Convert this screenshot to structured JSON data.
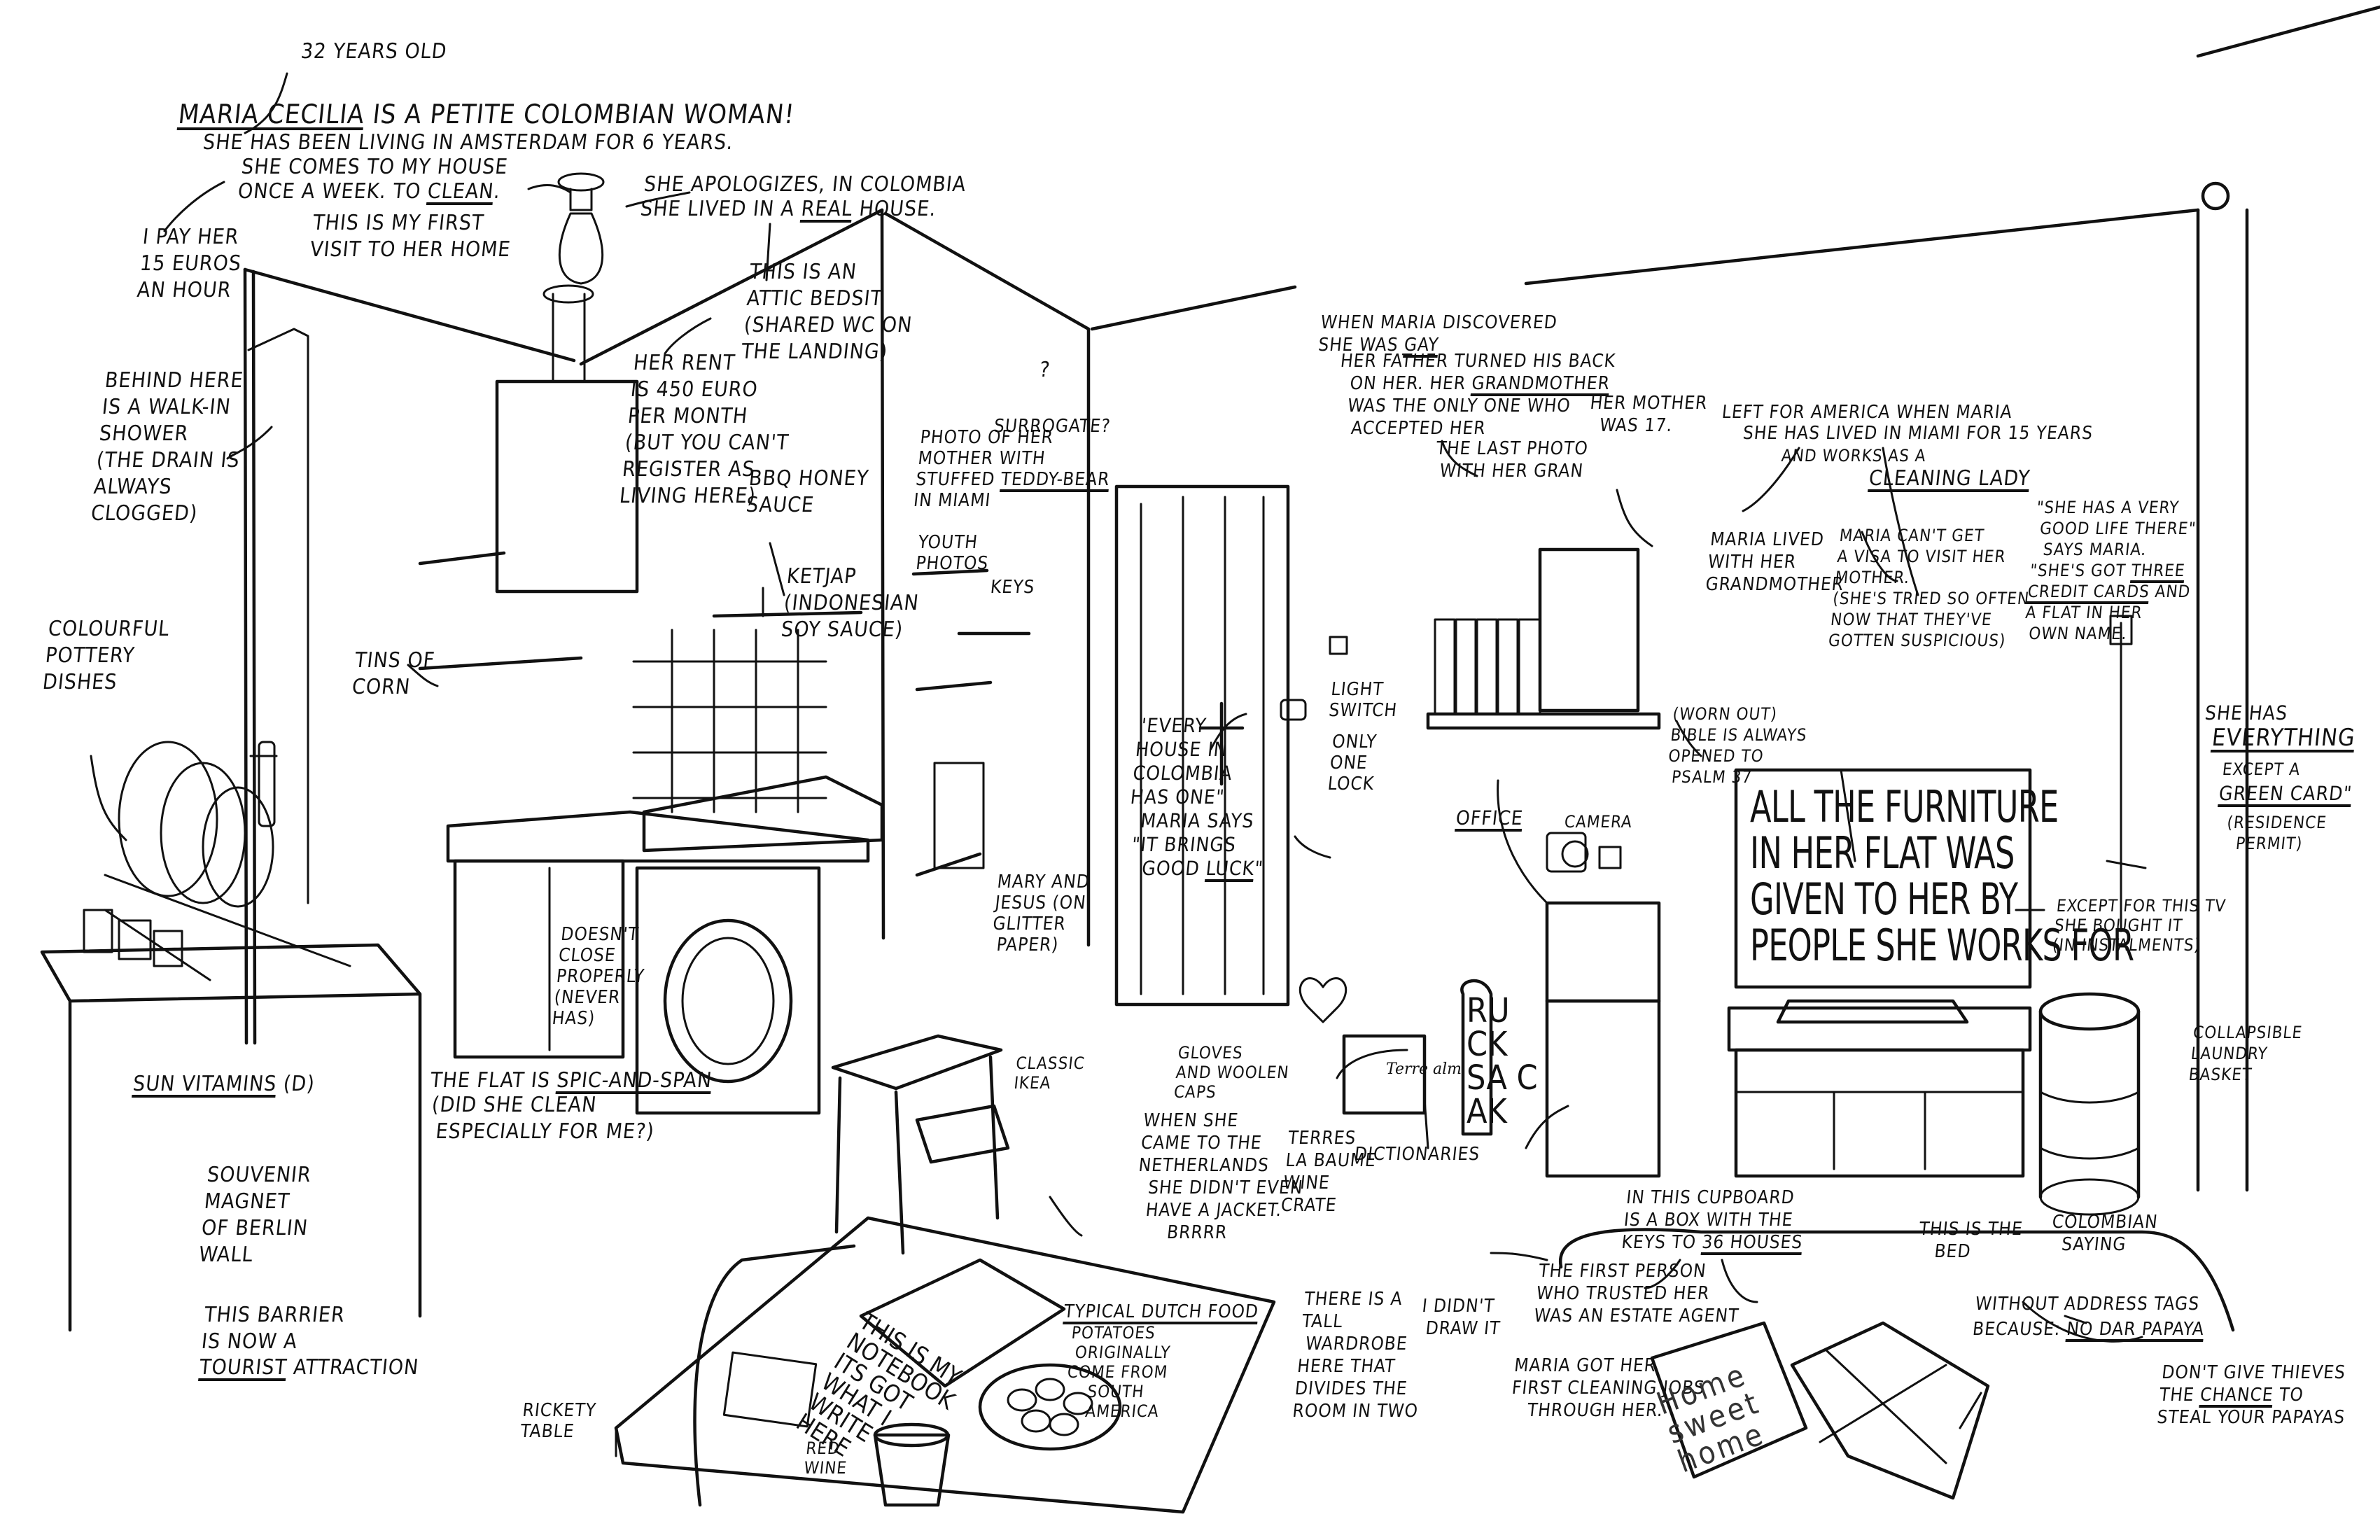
{
  "title": "Maria Cecilia — illustrated home visit",
  "annotations": {
    "age": "32 years old",
    "intro_name": "Maria Cecilia",
    "intro_rest": " is a petite Colombian woman!",
    "amsterdam": "She has been living in Amsterdam for 6 years.",
    "comes_line1": "She comes to my house",
    "comes_line2_a": "once a week. To ",
    "comes_line2_b": "clean",
    "comes_line2_c": ".",
    "pay": "I pay her\n15 euros\nan hour",
    "first_visit": "This is my first\nvisit to her home",
    "apologizes_1": "She apologizes, in Colombia",
    "apologizes_2a": "she lived in a ",
    "apologizes_2b": "real",
    "apologizes_2c": " house.",
    "attic": "This is an\nattic bedsit\n(shared WC on\nthe landing)",
    "rent": "Her rent\nis 450 euro\nper month\n(but you can't\nregister as\nliving here)",
    "shower": "Behind here\nis a walk-in\nshower\n(the drain is\nalways\nclogged)",
    "pottery": "Colourful\npottery\ndishes",
    "tins": "Tins of\ncorn",
    "bbq": "BBQ honey\nsauce",
    "ketjap": "Ketjap\n(Indonesian\nsoy sauce)",
    "doesnt_close": "Doesn't\nclose\nproperly\n(never\nhas)",
    "sun_vitamins_a": "Sun vitamins",
    "sun_vitamins_b": " (D)",
    "souvenir": "Souvenir\nmagnet\nof Berlin\nwall",
    "barrier_1": "This barrier\nis now a",
    "barrier_2a": "tourist",
    "barrier_2b": " attraction",
    "spic_a": "The flat is ",
    "spic_b": "spic-and-span",
    "spic_c": "(did she clean\n especially for me?)",
    "photo_mother_1": "Photo of her\nmother with\nstuffed ",
    "photo_mother_2": "teddy-bear",
    "photo_mother_3": "in Miami",
    "surrogate": "Surrogate?",
    "question": "?",
    "youth": "Youth\nphotos",
    "keys": "Keys",
    "mary_jesus": "Mary and\nJesus (on\nglitter\n paper)",
    "every_house_1": "\"Every\nhouse in\nColombia\nhas one\"\n  Maria says\n \"It brings\n   good",
    "every_house_2": "luck",
    "light_switch": "Light\nswitch",
    "one_lock": "Only\none\nlock",
    "gay_1": "When Maria discovered\nshe was ",
    "gay_2": "gay",
    "father_1": "Her father turned his back\n  on her. Her ",
    "father_2": "grandmother",
    "father_3": "  was the only one who\n   accepted her",
    "last_photo": "The last photo\n with her gran",
    "mother_17": "Her mother\n  was 17.",
    "mother_left": "left for America when Maria",
    "miami": "She has lived in Miami for 15 years",
    "works_as": "and works as a",
    "cleaning_lady": "cleaning lady",
    "lived_gran": "Maria lived\nwith her\ngrandmother",
    "visa": "Maria can't get\na visa to visit her\nmother.\n(she's tried so often\nnow that they've\ngotten suspicious)",
    "bible": "(Worn out)\nBible is always\nopened to\n Psalm 37",
    "good_life_1": "\"She has a very\n good life there\"\n  says Maria.\n\"She's got ",
    "good_life_2": "three",
    "good_life_3": "credit cards",
    "good_life_4": " and\na flat in her\n own name.",
    "everything_1": "She has",
    "everything_2": "everything",
    "everything_3": "except a",
    "everything_4": "green card\"",
    "everything_5": "(Residence\n  permit)",
    "office": "Office",
    "camera": "Camera",
    "tv_sign": "All the furniture\nin her flat was\ngiven to her by\npeople she works for",
    "tv_except": "Except for this TV\nshe bought it\n(in instalments)",
    "laundry": "Collapsible\nlaundry\nbasket",
    "gloves": "Gloves\nand woolen\ncaps",
    "jacket": "When she\ncame to the\nNetherlands\n  she didn't even\n  have a jacket.\n      Brrrr",
    "terres": "Terres\nla Baume\nwine\ncrate",
    "dictionaries": "Dictionaries",
    "classic_ikea": "Classic\nIkea",
    "cupboard_1": "In this cupboard\nis a box with the\nkeys to ",
    "cupboard_2": "36 houses",
    "bed": "This is the\n   bed",
    "colombian": "Colombian\n  saying",
    "first_person": "The first person\nwho trusted her\nwas an estate agent",
    "first_jobs": "Maria got her\nfirst cleaning jobs\n   through her.",
    "address_1": "Without address tags\nbecause: ",
    "address_2": "No dar papaya",
    "thieves_1": "Don't give thieves\nthe ",
    "thieves_2": "chance",
    "thieves_3": " to\nsteal your papayas",
    "dutch_food": "Typical Dutch food",
    "potatoes": "Potatoes\n originally\ncome from\n    South\n    America",
    "wardrobe": "There is a\ntall\n wardrobe\nhere that\ndivides the\nroom in two",
    "didnt_draw": "I didn't\n draw it",
    "rickety": "Rickety\ntable",
    "red_wine": "Red\nwine"
  },
  "props": {
    "notebook_text": "This is my\nnotebook\nits got\nwhat I\nwrite\nhere",
    "pillow_text": "Home\nsweet\nhome",
    "rucksack_text": "RU\nCK\nSA C\nAK",
    "crate_label": "Terre\nalm"
  }
}
